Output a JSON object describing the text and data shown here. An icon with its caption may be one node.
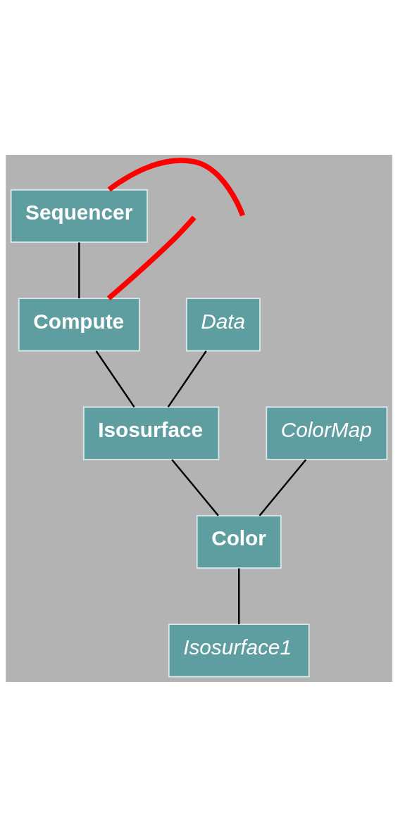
{
  "diagram": {
    "nodes": [
      {
        "text": [
          "Sequencer"
        ]
      },
      {
        "text": [
          "Data"
        ]
      },
      {
        "text": [
          "Compute"
        ]
      },
      {
        "text": [
          "Isosurface"
        ]
      },
      {
        "text": [
          "ColorMap"
        ]
      },
      {
        "text": [
          "Color"
        ]
      },
      {
        "text": [
          "Isosurface1"
        ]
      }
    ],
    "edges": [
      {
        "from": 0,
        "to": 2,
        "arrow": "none"
      },
      {
        "from": 1,
        "to": 3,
        "arrow": "none"
      },
      {
        "from": 2,
        "to": 3,
        "arrow": "none"
      },
      {
        "from": 3,
        "to": 5,
        "arrow": "none"
      },
      {
        "from": 4,
        "to": 5,
        "arrow": "none"
      },
      {
        "from": 5,
        "to": 6,
        "arrow": "none"
      },
      {
        "from": 0,
        "to": null,
        "arrow": "none",
        "style": "thick",
        "color": "#ff0000"
      },
      {
        "from": 2,
        "to": null,
        "arrow": "none",
        "style": "thick",
        "color": "#ff0000"
      }
    ]
  }
}
